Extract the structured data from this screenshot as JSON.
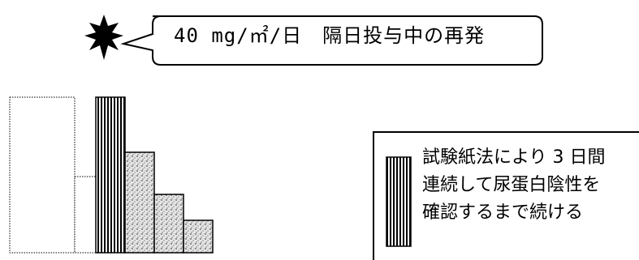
{
  "callout": {
    "text": "40 mg/㎡/日　隔日投与中の再発",
    "burst_icon": "starburst-icon"
  },
  "legend": {
    "swatch_icon": "vertical-stripe-swatch",
    "lines": [
      "試験紙法により 3 日間",
      "連続して尿蛋白陰性を",
      "確認するまで続ける"
    ]
  },
  "colors": {
    "line": "#000000",
    "background": "#ffffff",
    "stipple": "#b8b8b8"
  }
}
